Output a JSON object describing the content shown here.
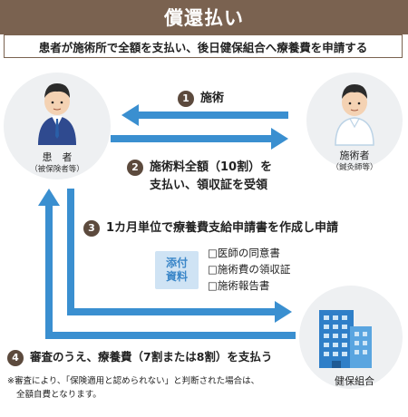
{
  "header": {
    "title": "償還払い"
  },
  "subtitle": "患者が施術所で全額を支払い、後日健保組合へ療養費を申請する",
  "patient": {
    "label": "患　者",
    "sub": "（被保険者等）"
  },
  "clinic": {
    "label": "施術者",
    "sub": "（鍼灸師等）"
  },
  "insurer": {
    "label": "健保組合"
  },
  "steps": [
    {
      "num": "1",
      "text": "施術"
    },
    {
      "num": "2",
      "text_line1": "施術料全額（10割）を",
      "text_line2": "支払い、領収証を受領"
    },
    {
      "num": "3",
      "text": "1カ月単位で療養費支給申請書を作成し申請"
    },
    {
      "num": "4",
      "text": "審査のうえ、療養費（7割または8割）を支払う"
    }
  ],
  "attachment": {
    "label_line1": "添付",
    "label_line2": "資料",
    "items": [
      "□医師の同意書",
      "□施術費の領収証",
      "□施術報告書"
    ]
  },
  "note": {
    "line1": "※審査により、「保険適用と認められない」と判断された場合は、",
    "line2": "全額自費となります。"
  },
  "colors": {
    "header": "#7a6250",
    "arrow": "#3a8fd0",
    "number_badge": "#5c4a3d",
    "attach_bg": "#cfe3f4"
  }
}
